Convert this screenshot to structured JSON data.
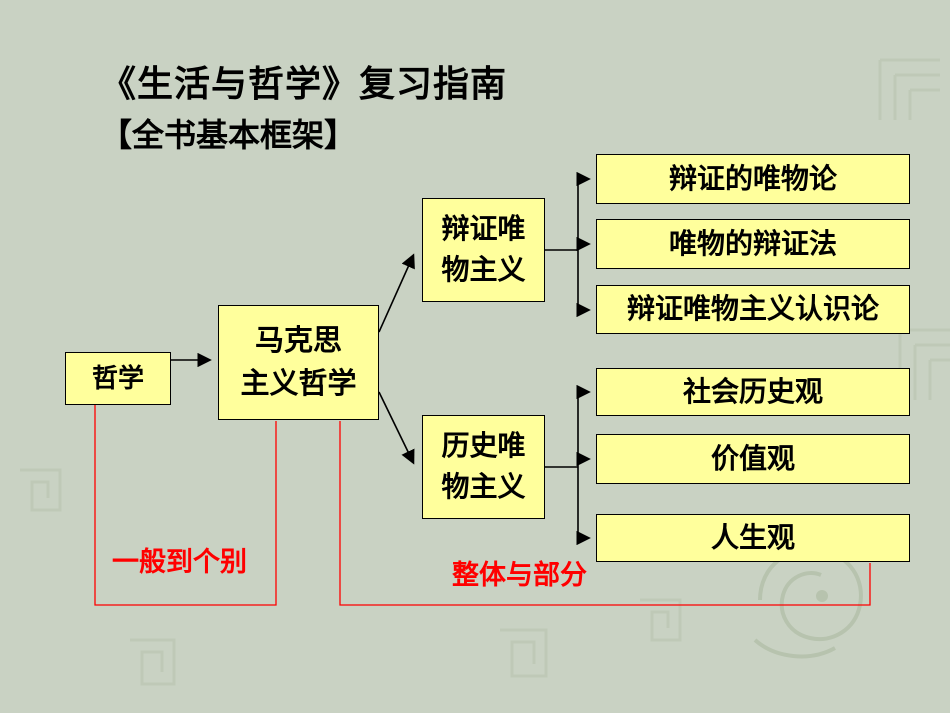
{
  "slide": {
    "title": "《生活与哲学》复习指南",
    "subtitle": "【全书基本框架】"
  },
  "nodes": {
    "philosophy": {
      "label": "哲学"
    },
    "marxism": {
      "line1": "马克思",
      "line2": "主义哲学"
    },
    "dialectical_materialism": {
      "line1": "辩证唯",
      "line2": "物主义"
    },
    "historical_materialism": {
      "line1": "历史唯",
      "line2": "物主义"
    },
    "dialectical_theory": {
      "label": "辩证的唯物论"
    },
    "materialist_dialectics": {
      "label": "唯物的辩证法"
    },
    "epistemology": {
      "label": "辩证唯物主义认识论"
    },
    "social_history_view": {
      "label": "社会历史观"
    },
    "values_view": {
      "label": "价值观"
    },
    "life_view": {
      "label": "人生观"
    }
  },
  "annotations": {
    "general_to_particular": "一般到个别",
    "whole_and_parts": "整体与部分"
  },
  "colors": {
    "background": "#c9d2c3",
    "box_fill": "#ffff9c",
    "box_border": "#000000",
    "connector_black": "#000000",
    "annotation_red": "#ff0000"
  }
}
